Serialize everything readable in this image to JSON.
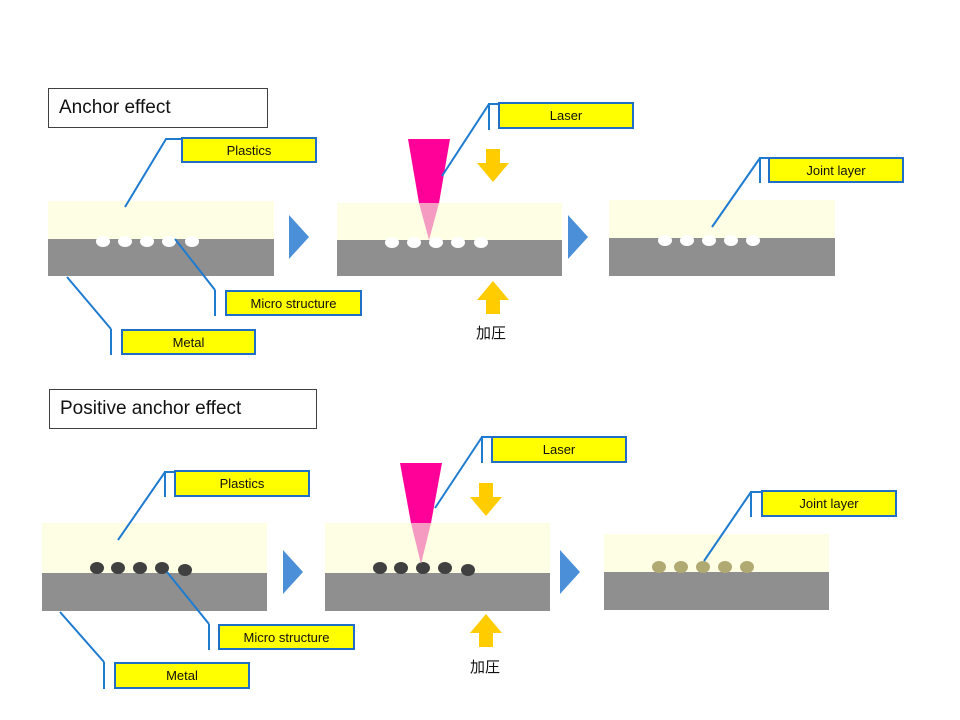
{
  "colors": {
    "plastic": "#fefee4",
    "metal": "#8f8f8f",
    "callout_fill": "#ffff00",
    "callout_border": "#1f6fc8",
    "leader_line": "#1f7bd0",
    "process_arrow": "#4a8fd8",
    "pressure_arrow": "#ffcc00",
    "laser": "#ff0099",
    "laser_through_plastic": "#f59ac0",
    "micro_structure_voids": "#ffffff",
    "micro_structure_filled": "#404040",
    "joint_dots": "#b0aa72"
  },
  "anchor": {
    "title": "Anchor effect",
    "plastics_label": "Plastics",
    "laser_label": "Laser",
    "joint_label": "Joint layer",
    "micro_label": "Micro structure",
    "metal_label": "Metal",
    "pressure_label": "加圧"
  },
  "positive": {
    "title": "Positive anchor effect",
    "plastics_label": "Plastics",
    "laser_label": "Laser",
    "joint_label": "Joint layer",
    "micro_label": "Micro structure",
    "metal_label": "Metal",
    "pressure_label": "加圧"
  }
}
